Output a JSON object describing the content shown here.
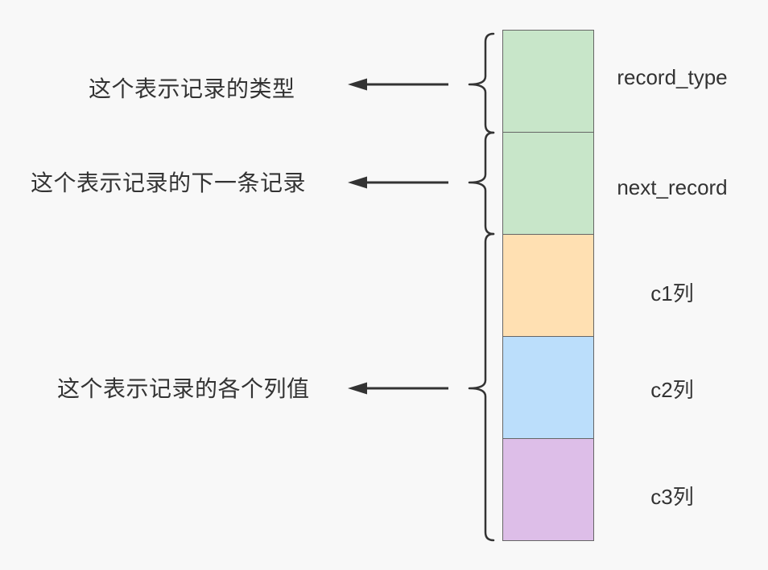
{
  "canvas": {
    "background": "#f8f8f8",
    "stroke_color": "#333333",
    "block_border_color": "#666666"
  },
  "annotations": [
    {
      "text": "这个表示记录的类型"
    },
    {
      "text": "这个表示记录的下一条记录"
    },
    {
      "text": "这个表示记录的各个列值"
    }
  ],
  "record_fields": [
    {
      "label": "record_type",
      "color": "#c8e6c9"
    },
    {
      "label": "next_record",
      "color": "#c8e6c9"
    },
    {
      "label": "c1列",
      "color": "#ffe0b2"
    },
    {
      "label": "c2列",
      "color": "#bbdefb"
    },
    {
      "label": "c3列",
      "color": "#ddbee8"
    }
  ]
}
